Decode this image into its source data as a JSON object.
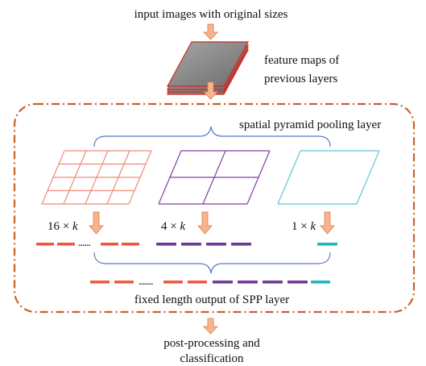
{
  "labels": {
    "top": "input images with original sizes",
    "feature_line1": "feature maps of",
    "feature_line2": "previous layers",
    "spp": "spatial pyramid pooling layer",
    "bin16_num": "16",
    "bin4_num": "4",
    "bin1_num": "1",
    "times_k": " × ",
    "k": "k",
    "dots": "......",
    "dots_bottom": ".......",
    "output": "fixed length output of SPP layer",
    "post_line1": "post-processing and",
    "post_line2": "classification"
  },
  "colors": {
    "arrow_fill": "#f6b58f",
    "arrow_stroke": "#e07a45",
    "dashed_border": "#c8642a",
    "brace": "#5b74c8",
    "grid16": "#f08a78",
    "grid4": "#7f3fa6",
    "grid1": "#5cc7d1",
    "seg16": "#ee5a3f",
    "seg4": "#6d3a99",
    "seg1": "#1db8be",
    "stack_fill": "#8c8c8c",
    "stack_stroke": "#cc2a22"
  }
}
